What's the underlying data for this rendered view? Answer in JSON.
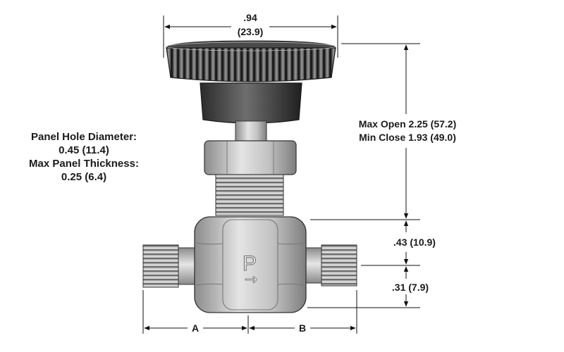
{
  "dimensions": {
    "knob_width": {
      "inch": ".94",
      "mm": "(23.9)"
    },
    "height_open": "Max Open 2.25 (57.2)",
    "height_close": "Min Close 1.93  (49.0)",
    "port_center": ".43 (10.9)",
    "port_bottom": ".31 (7.9)",
    "left_length": "A",
    "right_length": "B"
  },
  "panel": {
    "hole_label": "Panel Hole Diameter:",
    "hole_value": "0.45 (11.4)",
    "thickness_label": "Max Panel Thickness:",
    "thickness_value": "0.25 (6.4)"
  },
  "body_marking": {
    "letter": "P",
    "arrow": "→"
  }
}
